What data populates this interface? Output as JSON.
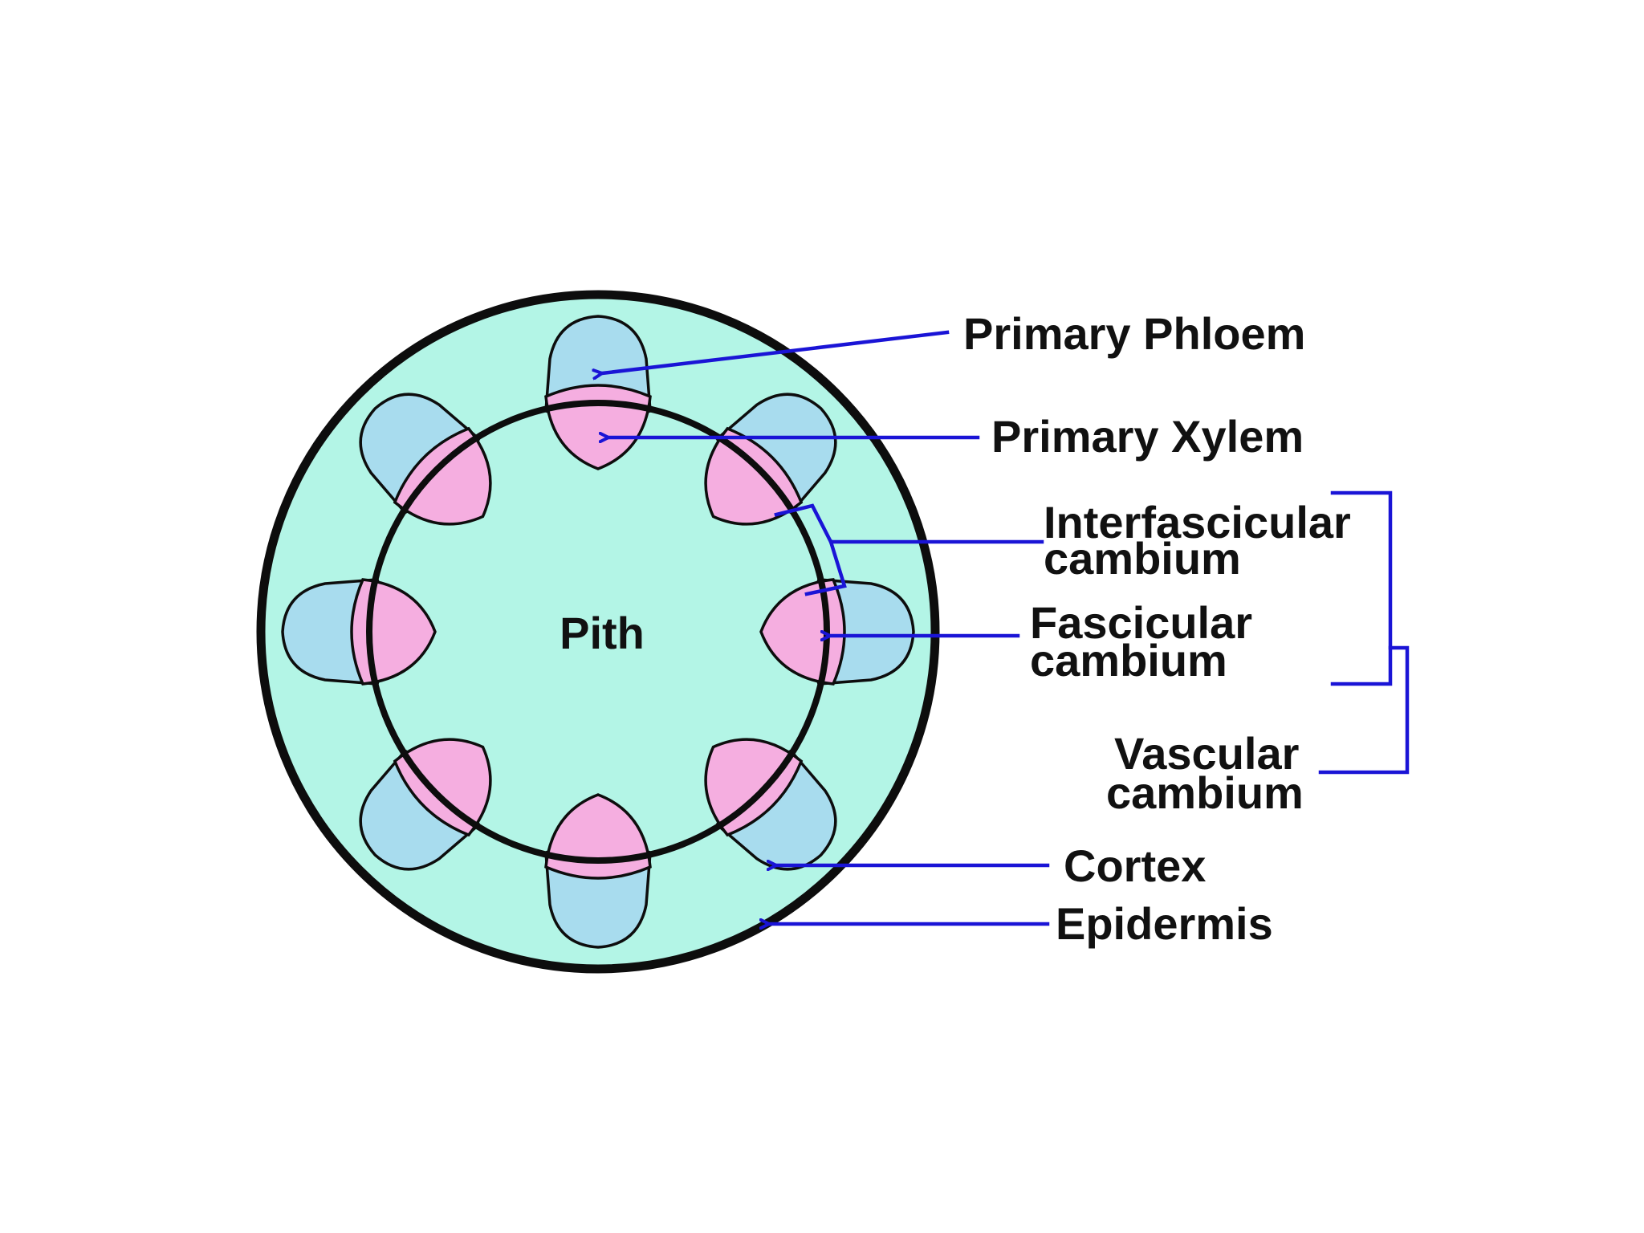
{
  "colors": {
    "cortex": "#b3f5e6",
    "phloem": "#a8dcee",
    "xylem": "#f5aee0",
    "outline": "#0d0d0d",
    "leader": "#1a14d6",
    "label": "#111111"
  },
  "labels": {
    "pith": "Pith",
    "primary_phloem": "Primary Phloem",
    "primary_xylem": "Primary Xylem",
    "interfascicular_line1": "Interfascicular",
    "interfascicular_line2": "cambium",
    "fascicular_line1": "Fascicular",
    "fascicular_line2": "cambium",
    "vascular_line1": "Vascular",
    "vascular_line2": "cambium",
    "cortex": "Cortex",
    "epidermis": "Epidermis"
  }
}
